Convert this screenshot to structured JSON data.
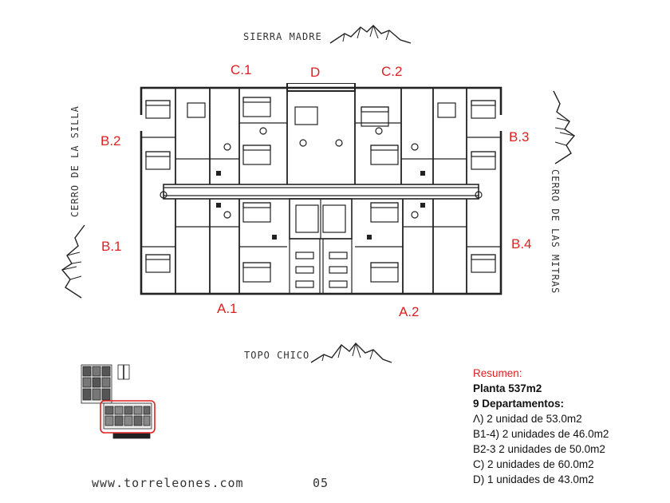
{
  "orientation": {
    "north": "SIERRA MADRE",
    "south": "TOPO CHICO",
    "west": "CERRO DE LA SILLA",
    "east": "CERRO DE LAS MITRAS"
  },
  "units": {
    "c1": "C.1",
    "d": "D",
    "c2": "C.2",
    "b2": "B.2",
    "b3": "B.3",
    "b1": "B.1",
    "b4": "B.4",
    "a1": "A.1",
    "a2": "A.2"
  },
  "summary": {
    "title": "Resumen:",
    "floor": "Planta 537m2",
    "departments": "9 Departamentos:",
    "items": [
      "Λ) 2 unidad de 53.0m2",
      "B1-4) 2 unidades de 46.0m2",
      "B2-3 2 unidades de 50.0m2",
      "C) 2 unidades de 60.0m2",
      "D) 1 unidades de 43.0m2"
    ]
  },
  "footer": {
    "url": "www.torreleones.com",
    "page": "05"
  },
  "colors": {
    "accent": "#e02020",
    "line": "#222222"
  }
}
